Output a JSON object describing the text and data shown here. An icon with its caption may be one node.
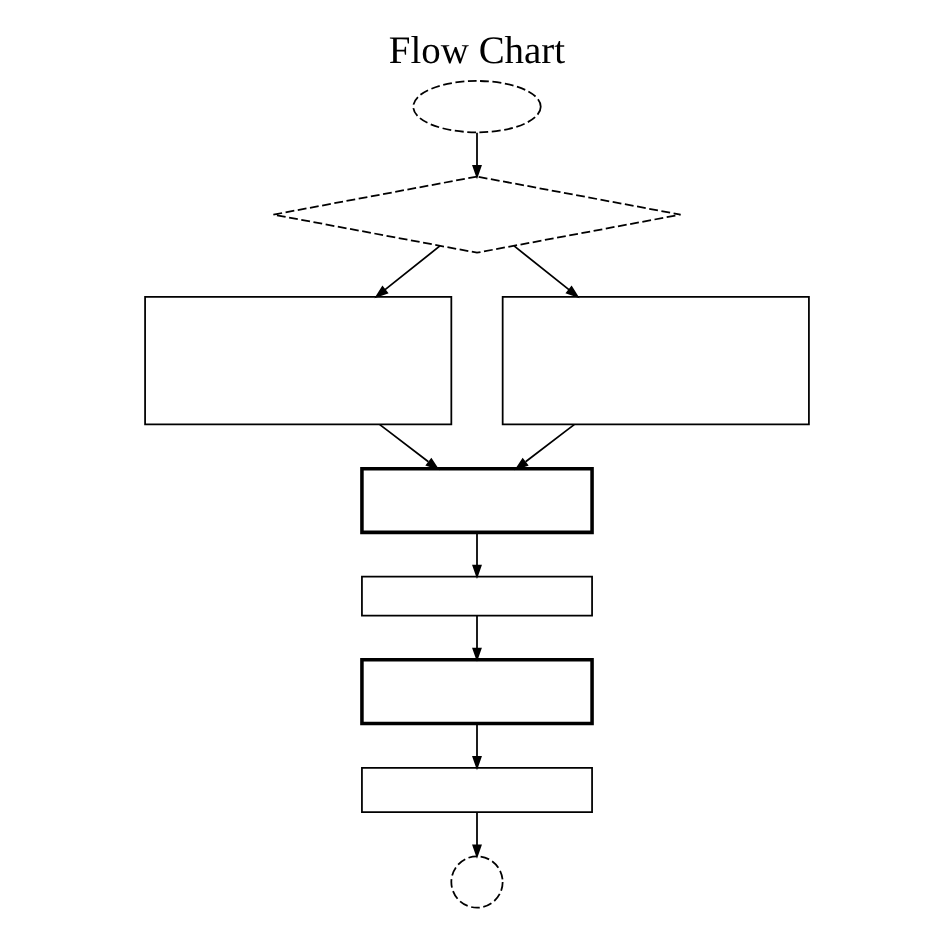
{
  "diagram": {
    "title": "Flow Chart",
    "nodes": [
      {
        "text": [],
        "shape": "ellipse"
      },
      {
        "text": [],
        "shape": "diamond"
      },
      {
        "text": [],
        "shape": "box"
      },
      {
        "text": [],
        "shape": "box"
      },
      {
        "text": [],
        "shape": "box"
      },
      {
        "text": [],
        "shape": "box"
      },
      {
        "text": [],
        "shape": "box"
      },
      {
        "text": [],
        "shape": "box"
      },
      {
        "text": [],
        "shape": "circle"
      }
    ],
    "edges": [
      {
        "from": 0,
        "to": 1,
        "arrow": "to"
      },
      {
        "from": 1,
        "to": 2,
        "arrow": "to"
      },
      {
        "from": 1,
        "to": 3,
        "arrow": "to"
      },
      {
        "from": 2,
        "to": 4,
        "arrow": "to"
      },
      {
        "from": 3,
        "to": 4,
        "arrow": "to"
      },
      {
        "from": 4,
        "to": 5,
        "arrow": "to"
      },
      {
        "from": 5,
        "to": 6,
        "arrow": "to"
      },
      {
        "from": 6,
        "to": 7,
        "arrow": "to"
      },
      {
        "from": 7,
        "to": 8,
        "arrow": "to"
      }
    ]
  }
}
